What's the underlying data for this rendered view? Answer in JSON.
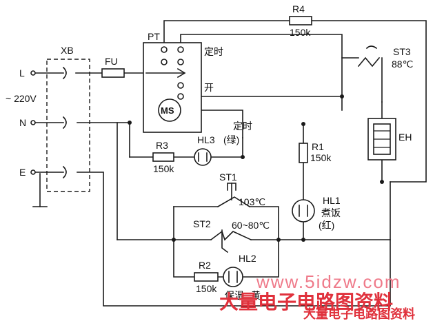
{
  "labels": {
    "xb": "XB",
    "fu": "FU",
    "pt": "PT",
    "r4": "R4",
    "r4_value": "150k",
    "timer": "定时",
    "on": "开",
    "ms": "MS",
    "st3": "ST3",
    "st3_temp": "88℃",
    "l": "L",
    "n": "N",
    "e": "E",
    "voltage": "~ 220V",
    "hl3_label": "定时",
    "hl3": "HL3",
    "hl3_color": "(绿)",
    "r3": "R3",
    "r3_value": "150k",
    "r1": "R1",
    "r1_value": "150k",
    "eh": "EH",
    "st1": "ST1",
    "st1_temp": "103℃",
    "hl1": "HL1",
    "hl1_func": "煮饭",
    "hl1_color": "(红)",
    "st2": "ST2",
    "st2_temp": "60~80℃",
    "r2": "R2",
    "r2_value": "150k",
    "hl2": "HL2",
    "hl2_func": "保温",
    "hl2_color": "黄"
  },
  "watermark": {
    "url": "www.5idzw.com",
    "site_name": "大量电子电路图资料",
    "site_name_small": "大量电子电路图资料"
  }
}
